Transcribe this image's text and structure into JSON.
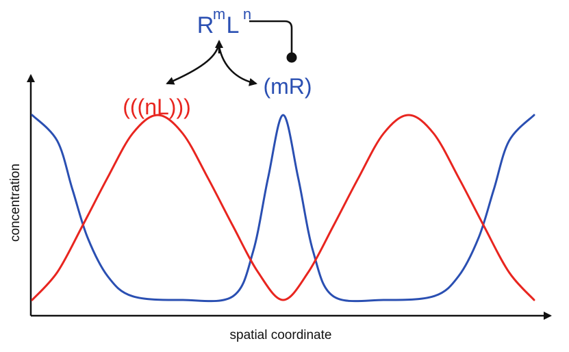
{
  "x_axis_label": "spatial coordinate",
  "y_axis_label": "concentration",
  "colors": {
    "receptor": "#2a4fb2",
    "ligand": "#e8251f",
    "axis": "#111111"
  },
  "complex_label": {
    "base_r": "R",
    "sup_m": "m",
    "base_l": "L",
    "sup_n": "n"
  },
  "ligand_label": "(((nL)))",
  "receptor_label": "(mR)",
  "interaction": "complex formation represses receptor expression (flat-headed inhibition arrow); complex dissociates into ligand and receptor (two arrows)",
  "chart_data": {
    "type": "line",
    "xlabel": "spatial coordinate",
    "ylabel": "concentration",
    "xlim": [
      0,
      1
    ],
    "ylim": [
      0,
      1
    ],
    "series": [
      {
        "name": "R",
        "color": "#2a4fb2",
        "x": [
          0,
          0.05,
          0.08,
          0.11,
          0.15,
          0.2,
          0.3,
          0.4,
          0.44,
          0.47,
          0.5,
          0.53,
          0.56,
          0.6,
          0.7,
          0.8,
          0.85,
          0.89,
          0.92,
          0.95,
          1
        ],
        "y": [
          1,
          0.86,
          0.6,
          0.34,
          0.13,
          0.02,
          0,
          0.02,
          0.26,
          0.66,
          1,
          0.66,
          0.26,
          0.02,
          0,
          0.02,
          0.13,
          0.34,
          0.6,
          0.86,
          1
        ]
      },
      {
        "name": "L",
        "color": "#e8251f",
        "x": [
          0,
          0.05,
          0.1,
          0.15,
          0.2,
          0.25,
          0.3,
          0.35,
          0.4,
          0.45,
          0.5,
          0.55,
          0.6,
          0.65,
          0.7,
          0.75,
          0.8,
          0.85,
          0.9,
          0.95,
          1
        ],
        "y": [
          0,
          0.15,
          0.4,
          0.66,
          0.9,
          1,
          0.9,
          0.66,
          0.4,
          0.15,
          0,
          0.15,
          0.4,
          0.66,
          0.9,
          1,
          0.9,
          0.66,
          0.4,
          0.15,
          0
        ]
      }
    ]
  }
}
